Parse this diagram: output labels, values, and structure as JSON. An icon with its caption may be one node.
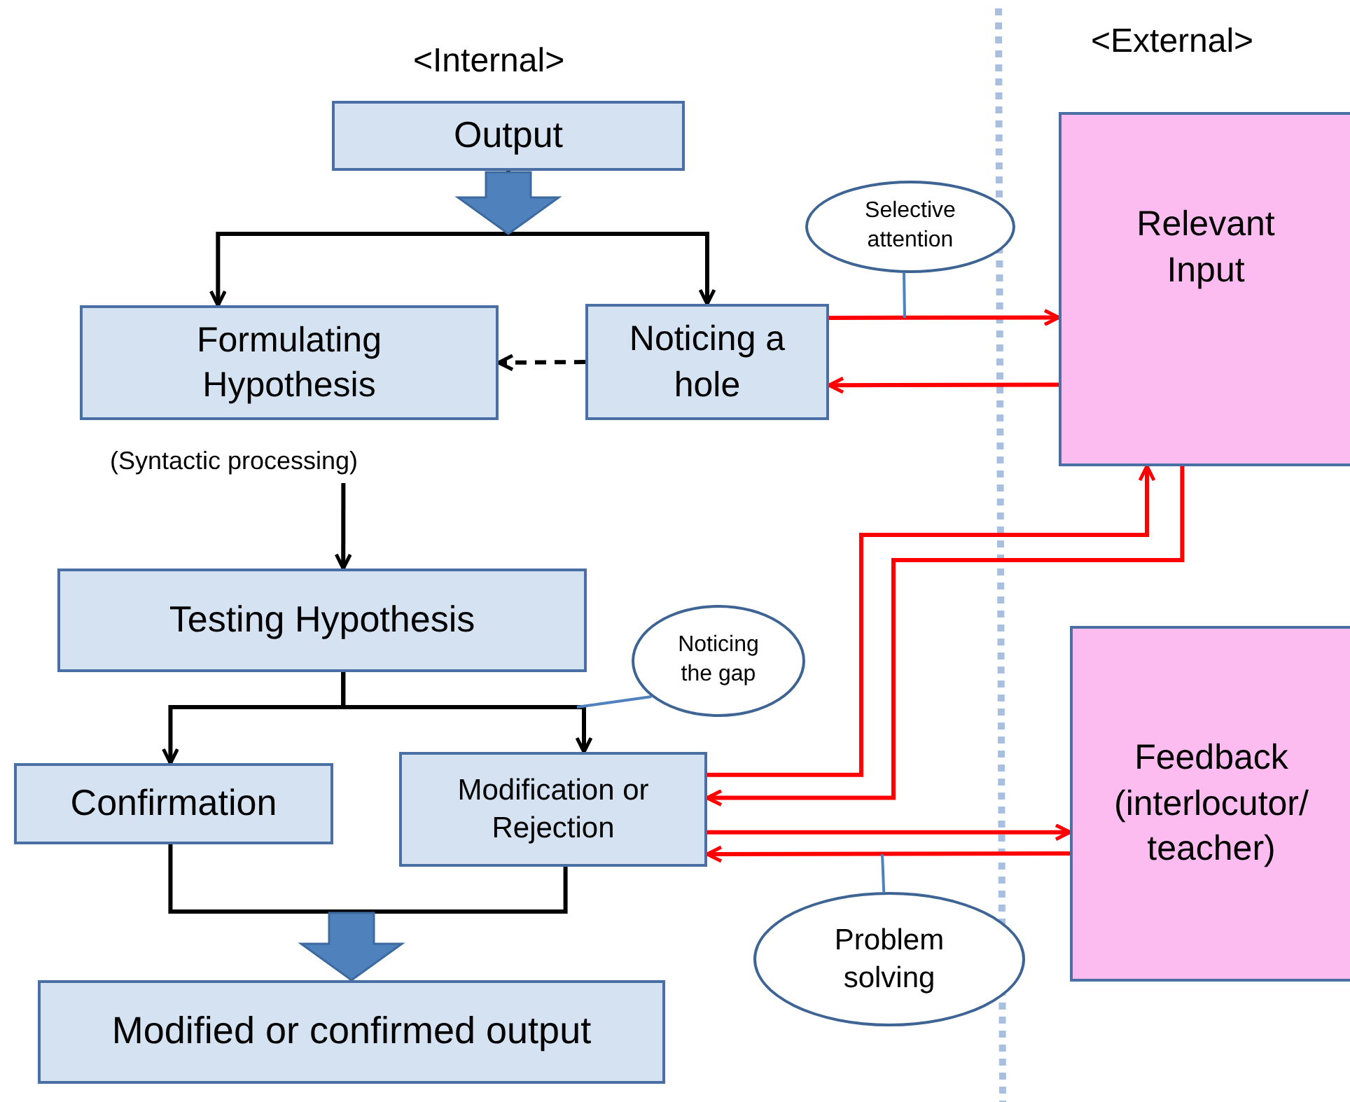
{
  "diagram": {
    "nodes": [
      {
        "text": [
          "Output"
        ]
      },
      {
        "text": [
          "Formulating Hypothesis"
        ]
      },
      {
        "text": [
          "Noticing a hole"
        ]
      },
      {
        "text": [
          "Selective attention"
        ]
      },
      {
        "text": [
          "Relevant Input"
        ]
      },
      {
        "text": [
          "(Syntactic processing)"
        ]
      },
      {
        "text": [
          "Testing Hypothesis"
        ]
      },
      {
        "text": [
          "Noticing the gap"
        ]
      },
      {
        "text": [
          "Confirmation"
        ]
      },
      {
        "text": [
          "Modification or Rejection"
        ]
      },
      {
        "text": [
          "Feedback (interlocutor/ teacher)"
        ]
      },
      {
        "text": [
          "Problem solving"
        ]
      },
      {
        "text": [
          "Modified or confirmed output"
        ]
      }
    ],
    "edges": [
      {
        "from": 0,
        "to": 1,
        "arrow": "to"
      },
      {
        "from": 0,
        "to": 2,
        "arrow": "to"
      },
      {
        "from": 2,
        "to": 1,
        "arrow": "to",
        "style": "dashed"
      },
      {
        "from": 2,
        "to": 4,
        "arrow": "to",
        "color": "#ff0000"
      },
      {
        "from": 4,
        "to": 2,
        "arrow": "to",
        "color": "#ff0000"
      },
      {
        "from": 3,
        "to": null,
        "arrow": "none",
        "color": "#4f81bd"
      },
      {
        "from": 5,
        "to": 6,
        "arrow": "to"
      },
      {
        "from": 6,
        "to": 8,
        "arrow": "to"
      },
      {
        "from": 6,
        "to": 9,
        "arrow": "to"
      },
      {
        "from": 7,
        "to": null,
        "arrow": "none",
        "color": "#4f81bd"
      },
      {
        "from": 9,
        "to": 4,
        "arrow": "to",
        "color": "#ff0000"
      },
      {
        "from": 4,
        "to": 9,
        "arrow": "to",
        "color": "#ff0000"
      },
      {
        "from": 9,
        "to": 10,
        "arrow": "to",
        "color": "#ff0000"
      },
      {
        "from": 10,
        "to": 9,
        "arrow": "to",
        "color": "#ff0000"
      },
      {
        "from": 11,
        "to": null,
        "arrow": "none",
        "color": "#4f81bd"
      },
      {
        "from": 8,
        "to": 12,
        "arrow": "to"
      },
      {
        "from": 9,
        "to": 12,
        "arrow": "to"
      }
    ],
    "labels": [
      "<Internal>",
      "<External>"
    ]
  }
}
